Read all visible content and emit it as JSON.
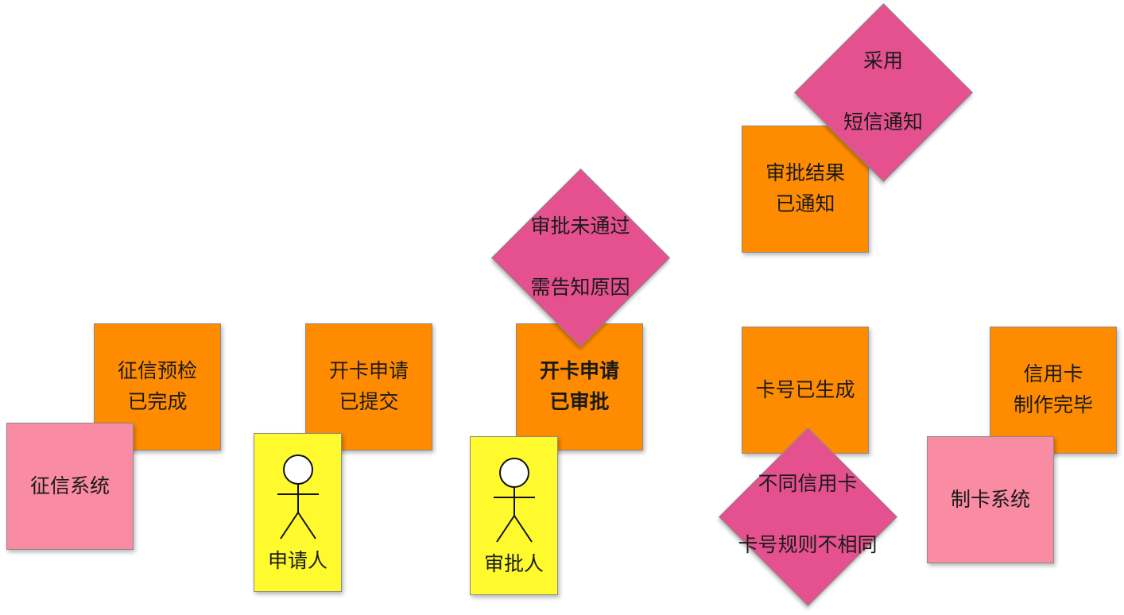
{
  "events": {
    "credit_precheck": [
      "征信预检",
      "已完成"
    ],
    "card_application_submitted": [
      "开卡申请",
      "已提交"
    ],
    "card_application_approved": [
      "开卡申请",
      "已审批"
    ],
    "approval_result_notified": [
      "审批结果",
      "已通知"
    ],
    "card_number_generated": [
      "卡号已生成"
    ],
    "credit_card_produced": [
      "信用卡",
      "制作完毕"
    ]
  },
  "systems": {
    "credit_system": "征信系统",
    "card_production_system": "制卡系统"
  },
  "actors": {
    "applicant": "申请人",
    "approver": "审批人"
  },
  "policies": {
    "sms_notification": [
      "采用",
      "短信通知"
    ],
    "rejection_reason": [
      "审批未通过",
      "需告知原因"
    ],
    "card_number_rule": [
      "不同信用卡",
      "卡号规则不相同"
    ]
  },
  "colors": {
    "event": "#ff8c00",
    "system": "#f98ba3",
    "actor": "#fffa2e",
    "policy": "#e5518f"
  }
}
